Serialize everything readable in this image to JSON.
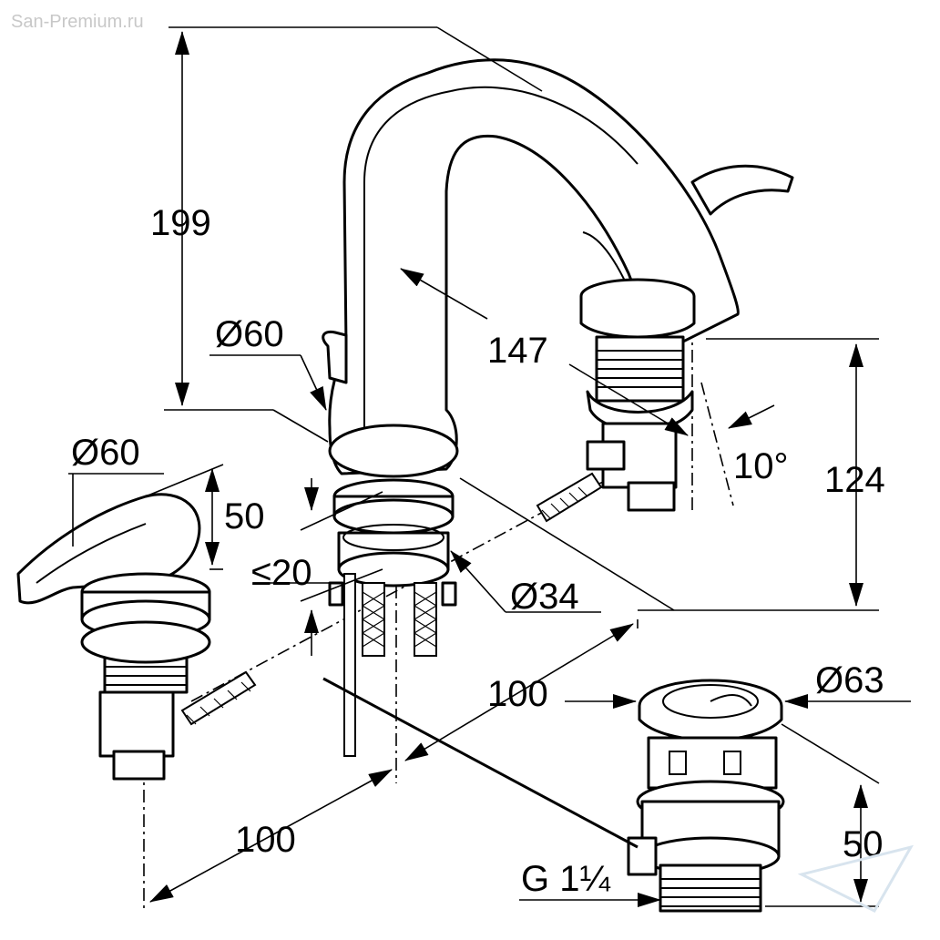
{
  "watermark": "San-Premium.ru",
  "dimensions": {
    "height_total": "199",
    "spout_reach": "147",
    "spout_rosette_diameter": "Ø60",
    "handle_rosette_diameter": "Ø60",
    "handle_height": "50",
    "max_deck_thickness": "≤20",
    "mounting_hole_diameter": "Ø34",
    "angle": "10°",
    "spout_height": "124",
    "spacing_right": "100",
    "spacing_left": "100",
    "drain_diameter": "Ø63",
    "drain_height": "50",
    "drain_thread": "G 1¼"
  }
}
